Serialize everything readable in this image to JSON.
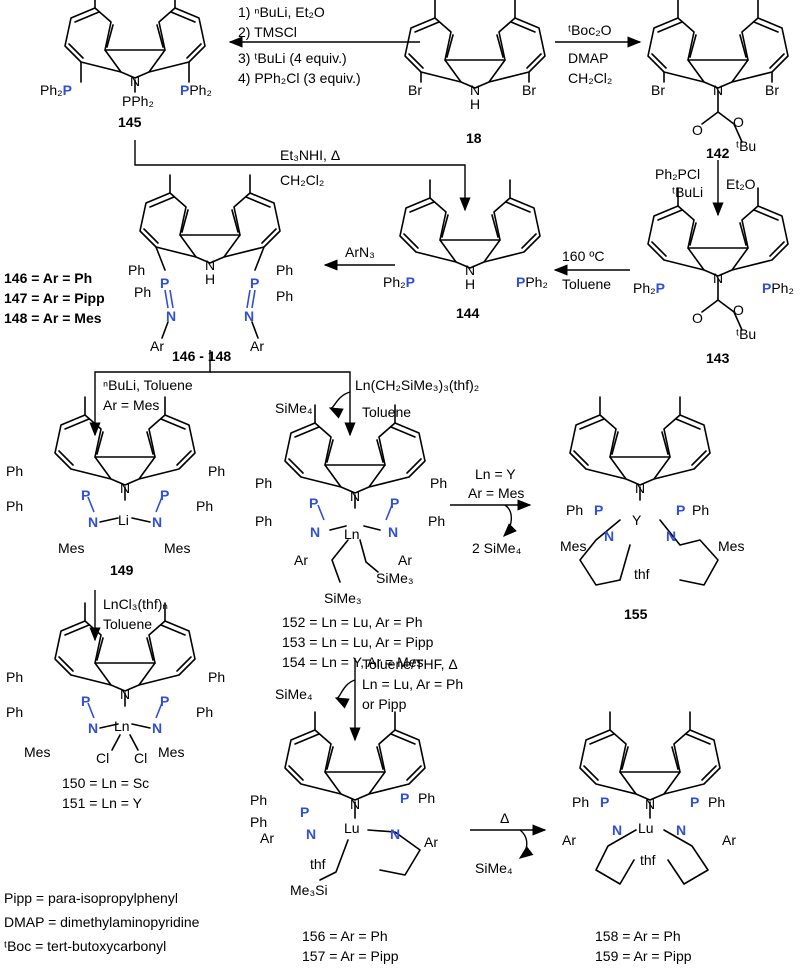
{
  "conditions": {
    "c18_to_145": [
      "1) ⁿBuLi, Et₂O",
      "2) TMSCl",
      "3) ᵗBuLi (4 equiv.)",
      "4) PPh₂Cl (3 equiv.)"
    ],
    "c18_to_142": [
      "ᵗBoc₂O",
      "DMAP",
      "CH₂Cl₂"
    ],
    "c142_to_143": [
      "Ph₂PCl",
      "ᵗBuLi",
      "Et₂O"
    ],
    "c143_to_144": [
      "160 ºC",
      "Toluene"
    ],
    "c145_to_144": [
      "Et₃NHI, Δ",
      "CH₂Cl₂"
    ],
    "c144_to_146": [
      "ArN₃"
    ],
    "to149": [
      "ⁿBuLi, Toluene",
      "Ar = Mes"
    ],
    "to152": [
      "Ln(CH₂SiMe₃)₃(thf)₂",
      "Toluene"
    ],
    "to152_byproduct": "SiMe₄",
    "to150": [
      "LnCl₃(thf)ₙ",
      "Toluene"
    ],
    "to155": [
      "Ln = Y",
      "Ar = Mes"
    ],
    "to155_byproduct": "2 SiMe₄",
    "to156": [
      "Toluene/THF, Δ",
      "Ln = Lu, Ar = Ph",
      "or Pipp"
    ],
    "to156_byproduct": "SiMe₄",
    "to158": [
      "Δ"
    ],
    "to158_byproduct": "SiMe₄"
  },
  "labels": {
    "c145": "145",
    "c18": "18",
    "c142": "142",
    "c143": "143",
    "c144": "144",
    "c146_148": "146 - 148",
    "c149": "149",
    "c155": "155"
  },
  "series_146": [
    "146 = Ar = Ph",
    "147 = Ar = Pipp",
    "148 = Ar = Mes"
  ],
  "series_150": [
    "150 = Ln = Sc",
    "151 = Ln = Y"
  ],
  "series_152": [
    "152 = Ln = Lu, Ar = Ph",
    "153 = Ln = Lu, Ar = Pipp",
    "154 = Ln = Y, Ar = Mes"
  ],
  "series_156": [
    "156 = Ar = Ph",
    "157 = Ar = Pipp"
  ],
  "series_158": [
    "158 = Ar = Ph",
    "159 = Ar = Pipp"
  ],
  "legend": [
    "Pipp = para-isopropylphenyl",
    "DMAP = dimethylaminopyridine",
    "ᵗBoc = tert-butoxycarbonyl"
  ],
  "atoms": {
    "Br": "Br",
    "N": "N",
    "H": "H",
    "P": "P",
    "Ph2": "Ph₂",
    "PPh2": "PPh₂",
    "Ph2P": "Ph₂P",
    "Ph": "Ph",
    "Ar": "Ar",
    "Mes": "Mes",
    "Li": "Li",
    "Ln": "Ln",
    "Lu": "Lu",
    "Y": "Y",
    "Cl": "Cl",
    "thf": "thf",
    "SiMe3": "SiMe₃",
    "Me3Si": "Me₃Si",
    "O": "O",
    "tBu": "ᵗBu"
  },
  "colors": {
    "phosphorus": "#2f4fd6",
    "nitrogen_imine": "#2f4fd6",
    "ink": "#000000"
  }
}
